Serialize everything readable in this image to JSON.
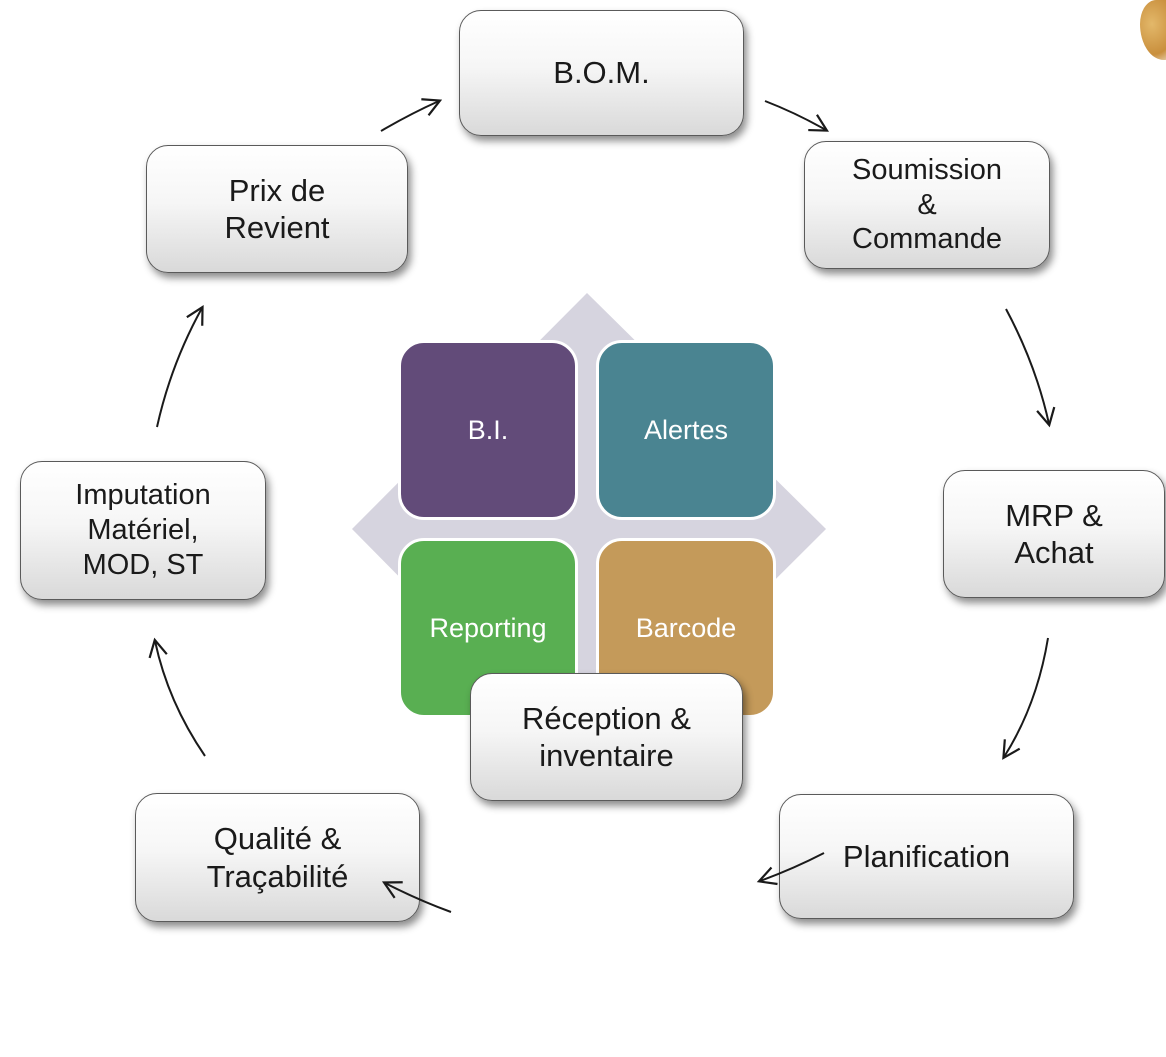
{
  "nodes": {
    "bom": "B.O.M.",
    "soumission": "Soumission\n&\nCommande",
    "mrp": "MRP &\nAchat",
    "planification": "Planification",
    "reception": "Réception &\ninventaire",
    "qualite": "Qualité &\nTraçabilité",
    "imputation": "Imputation\nMatériel,\nMOD, ST",
    "prix": "Prix de\nRevient"
  },
  "center": {
    "bi": "B.I.",
    "alertes": "Alertes",
    "reporting": "Reporting",
    "barcode": "Barcode"
  },
  "colors": {
    "bi": "#624b79",
    "alertes": "#4a8491",
    "reporting": "#59af52",
    "barcode": "#c49a5a",
    "diamond": "#d6d4df",
    "node_border": "#5a5a5a",
    "arrow": "#1a1a1a"
  }
}
